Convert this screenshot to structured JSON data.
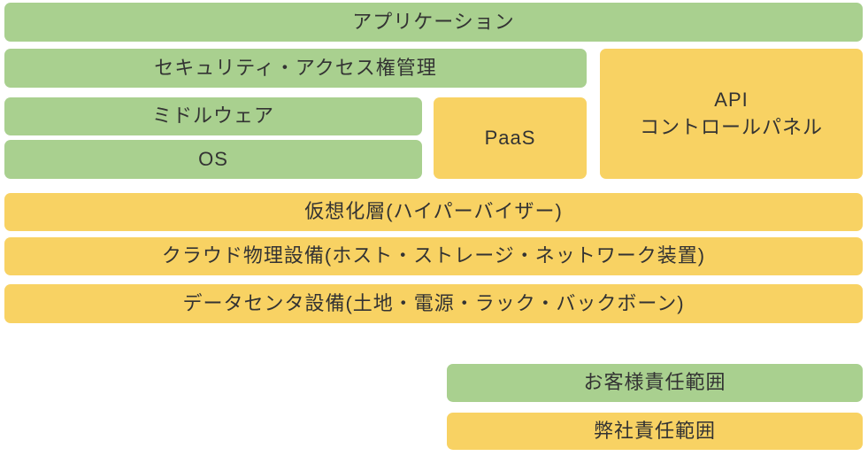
{
  "diagram": {
    "colors": {
      "green": "#a9d08f",
      "yellow": "#f8d263",
      "text": "#333333",
      "background": "#ffffff"
    },
    "layers": {
      "application": "アプリケーション",
      "security": "セキュリティ・アクセス権管理",
      "middleware": "ミドルウェア",
      "os": "OS",
      "paas": "PaaS",
      "api_line1": "API",
      "api_line2": "コントロールパネル",
      "virtualization": "仮想化層(ハイパーバイザー)",
      "physical_facilities": "クラウド物理設備(ホスト・ストレージ・ネットワーク装置)",
      "datacenter_facilities": "データセンタ設備(土地・電源・ラック・バックボーン)"
    },
    "legend": {
      "customer": "お客様責任範囲",
      "company": "弊社責任範囲"
    }
  }
}
